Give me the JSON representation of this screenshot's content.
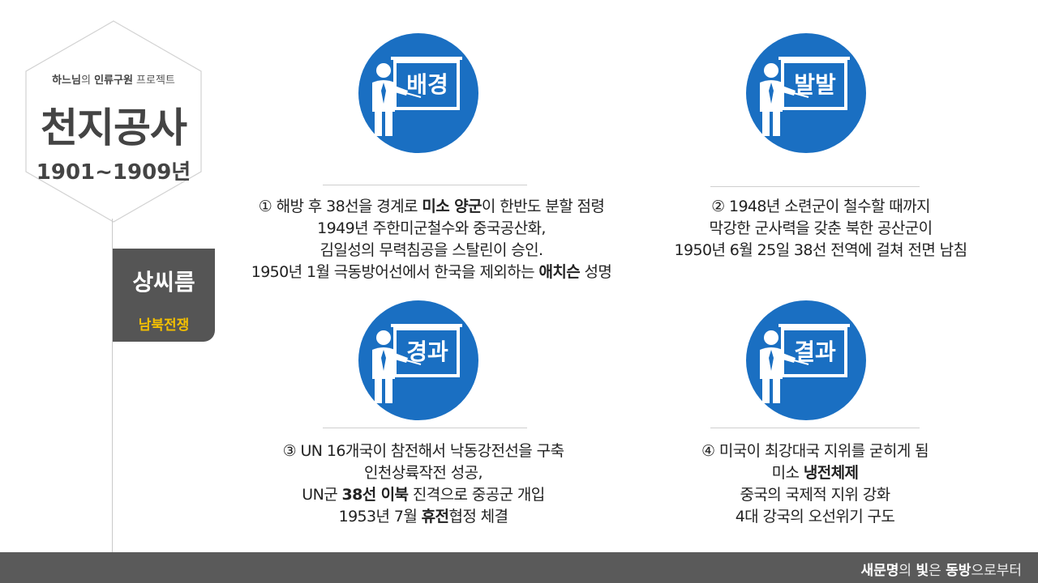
{
  "header": {
    "brand_a": "하느님",
    "brand_b": "의 ",
    "brand_c": "인류구원",
    "brand_d": " 프로젝트",
    "title": "천지공사",
    "years": "1901~1909년"
  },
  "tag": {
    "title": "상씨름",
    "subtitle": "남북전쟁"
  },
  "colors": {
    "icon_blue": "#1a6fc2",
    "accent_yellow": "#f4c000",
    "panel_gray": "#555555"
  },
  "sections": [
    {
      "label": "배경",
      "lines": [
        [
          "① 해방 후 38선을 경계로 ",
          "미소 양군",
          "이 한반도 분할 점령"
        ],
        [
          "1949년 주한미군철수와 중국공산화,"
        ],
        [
          "김일성의 무력침공을 스탈린이 승인."
        ],
        [
          "1950년 1월 극동방어선에서  한국을 제외하는 ",
          "애치슨",
          " 성명"
        ]
      ]
    },
    {
      "label": "발발",
      "lines": [
        [
          "② 1948년 소련군이 철수할 때까지"
        ],
        [
          "막강한 군사력을 갖춘 북한 공산군이"
        ],
        [
          "1950년 6월 25일 38선 전역에 걸쳐 전면 남침"
        ]
      ]
    },
    {
      "label": "경과",
      "lines": [
        [
          "③ UN 16개국이 참전해서 낙동강전선을 구축"
        ],
        [
          "인천상륙작전 성공,"
        ],
        [
          "UN군 ",
          "38선 이북",
          " 진격으로 중공군 개입"
        ],
        [
          "1953년 7월 ",
          "휴전",
          "협정 체결"
        ]
      ]
    },
    {
      "label": "결과",
      "lines": [
        [
          "④ 미국이 최강대국 지위를 굳히게 됨"
        ],
        [
          "미소 ",
          "냉전체제"
        ],
        [
          "중국의 국제적 지위 강화"
        ],
        [
          "4대 강국의 오선위기 구도"
        ]
      ]
    }
  ],
  "footer": {
    "a": "새문명",
    "b": "의 ",
    "c": "빛",
    "d": "은 ",
    "e": "동방",
    "f": "으로부터"
  }
}
